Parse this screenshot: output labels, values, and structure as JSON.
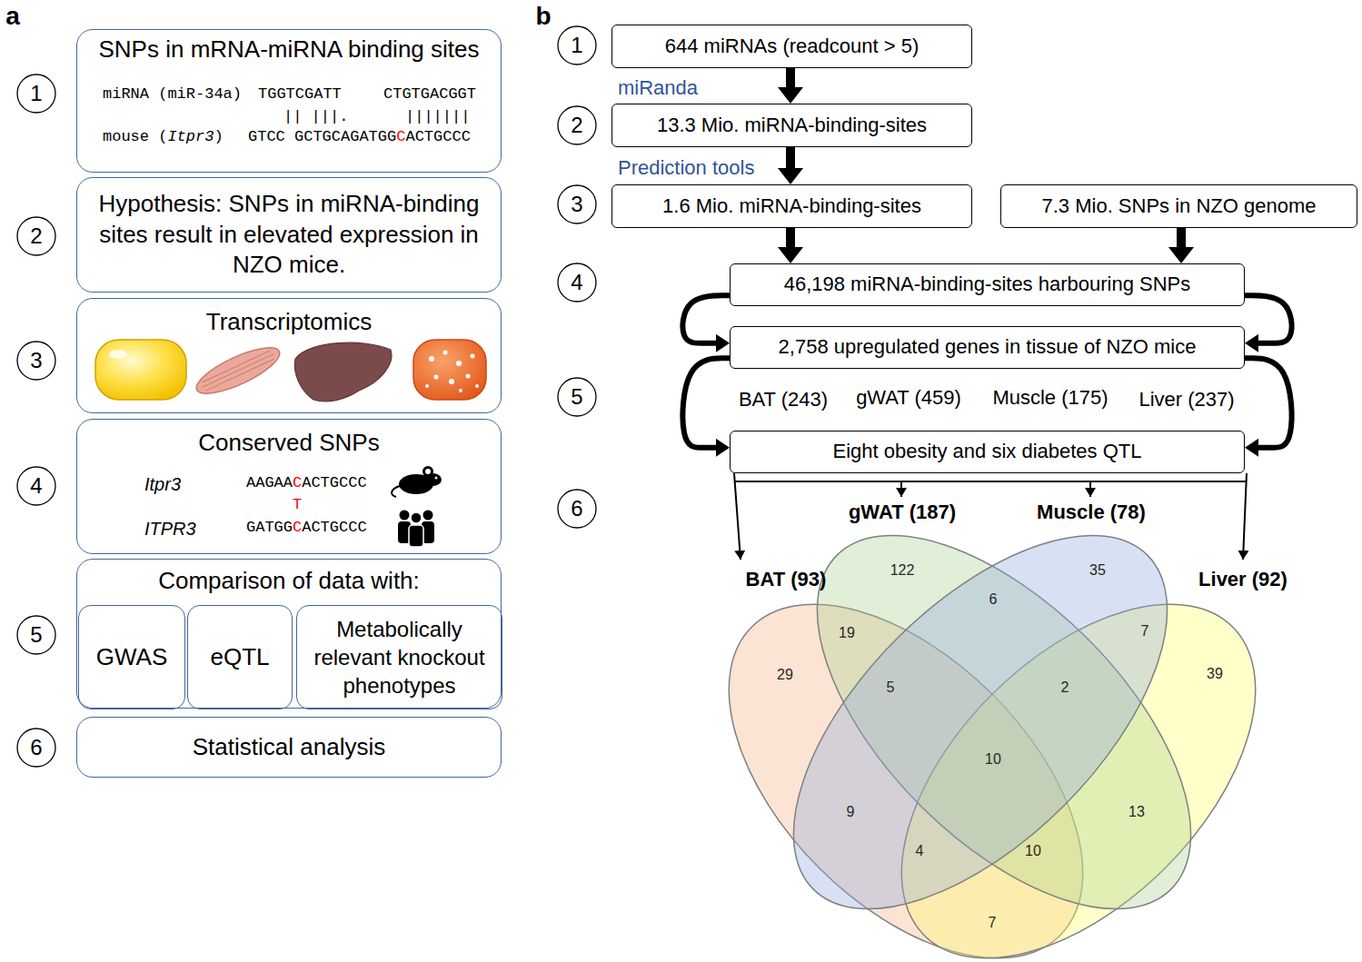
{
  "diagram": {
    "nodes": [
      {
        "text": [
          "1"
        ]
      },
      {
        "text": [
          "SNPs in mRNA-miRNA binding sites",
          "miRNA (miR-34a)",
          "TGGTCGATT",
          "CTGTGACGGT",
          "|| |||.",
          "|||||||",
          "mouse (Itpr3)",
          "GTCC GCTGCAGATGGCACTGCCC"
        ]
      },
      {
        "text": [
          "2"
        ]
      },
      {
        "text": [
          "Hypothesis: SNPs in miRNA-binding sites result in elevated expression in NZO mice."
        ]
      },
      {
        "text": [
          "3"
        ]
      },
      {
        "text": [
          "Transcriptomics"
        ]
      },
      {
        "text": [
          "4"
        ]
      },
      {
        "text": [
          "Conserved SNPs",
          "Itpr3",
          "AAGAACACTGCCC",
          "T",
          "ITPR3",
          "GATGGCACTGCCC"
        ]
      },
      {
        "text": [
          "5"
        ]
      },
      {
        "text": [
          "Comparison of data with:"
        ]
      },
      {
        "text": [
          "GWAS"
        ],
        "in": 9
      },
      {
        "text": [
          "eQTL"
        ],
        "in": 9
      },
      {
        "text": [
          "Metabolically relevant knockout phenotypes"
        ],
        "in": 9
      },
      {
        "text": [
          "6"
        ]
      },
      {
        "text": [
          "Statistical analysis"
        ]
      },
      {
        "text": [
          "1"
        ]
      },
      {
        "text": [
          "644 miRNAs (readcount > 5)"
        ]
      },
      {
        "text": [
          "2"
        ]
      },
      {
        "text": [
          "13.3 Mio. miRNA-binding-sites"
        ]
      },
      {
        "text": [
          "3"
        ]
      },
      {
        "text": [
          "1.6 Mio. miRNA-binding-sites"
        ]
      },
      {
        "text": [
          "7.3 Mio. SNPs in NZO genome"
        ]
      },
      {
        "text": [
          "4"
        ]
      },
      {
        "text": [
          "46,198 miRNA-binding-sites harbouring SNPs"
        ]
      },
      {
        "text": [
          "2,758 upregulated genes in tissue of NZO mice"
        ]
      },
      {
        "text": [
          "5"
        ]
      },
      {
        "text": [
          "Eight obesity and six diabetes QTL"
        ]
      },
      {
        "text": [
          "6"
        ]
      }
    ],
    "edges": [
      {
        "from": 16,
        "to": 18,
        "arrow": "to",
        "label": "miRanda"
      },
      {
        "from": 18,
        "to": 20,
        "arrow": "to",
        "label": "Prediction tools"
      },
      {
        "from": 20,
        "to": 23,
        "arrow": "to"
      },
      {
        "from": 21,
        "to": 23,
        "arrow": "to"
      },
      {
        "from": 23,
        "to": 24,
        "arrow": "to"
      },
      {
        "from": 23,
        "to": 24,
        "arrow": "to"
      },
      {
        "from": 24,
        "to": 26,
        "arrow": "to"
      },
      {
        "from": 24,
        "to": 26,
        "arrow": "to"
      }
    ],
    "labels": [
      "a",
      "b",
      "BAT (243)",
      "gWAT (459)",
      "Muscle (175)",
      "Liver (237)",
      "gWAT (187)",
      "Muscle (78)",
      "BAT (93)",
      "Liver (92)",
      "122",
      "35",
      "6",
      "7",
      "19",
      "29",
      "39",
      "5",
      "2",
      "10",
      "9",
      "13",
      "4",
      "10",
      "7"
    ]
  }
}
